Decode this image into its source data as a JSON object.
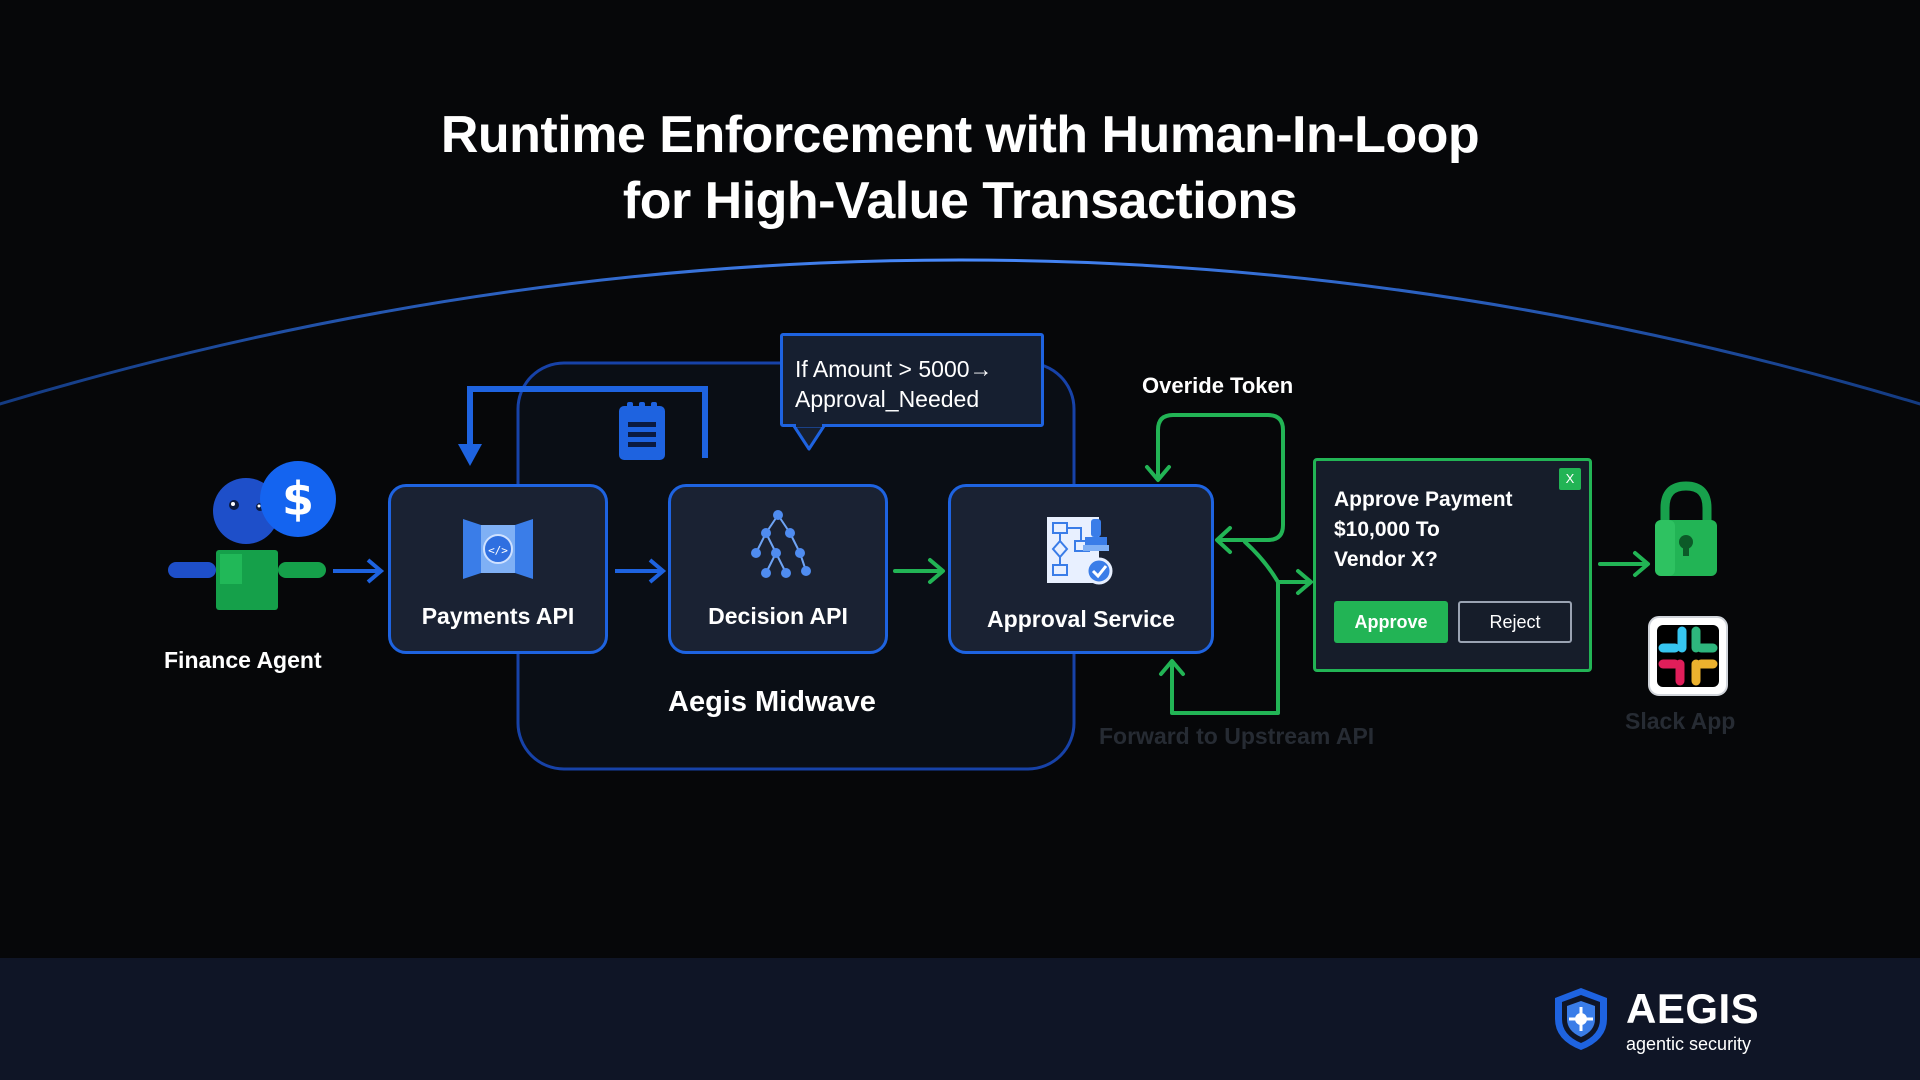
{
  "title": {
    "line1": "Runtime Enforcement with Human-In-Loop",
    "line2": "for High-Value Transactions"
  },
  "agent": {
    "label": "Finance Agent"
  },
  "nodes": {
    "payments": "Payments API",
    "decision": "Decision API",
    "approval": "Approval Service"
  },
  "group": {
    "label": "Aegis Midwave"
  },
  "rule": {
    "line1": "If Amount > 5000→",
    "line2": "Approval_Needed"
  },
  "override_label": "Overide Token",
  "forward_label": "Forward to Upstream API",
  "approval_prompt": {
    "line1": "Approve Payment",
    "line2": "$10,000 To",
    "line3": "Vendor X?",
    "close": "X",
    "approve": "Approve",
    "reject": "Reject"
  },
  "slack": {
    "label": "Slack App"
  },
  "brand": {
    "name": "AEGIS",
    "tagline": "agentic security"
  },
  "colors": {
    "background": "#060709",
    "accent_blue": "#1e63e0",
    "accent_green": "#22b455",
    "node_fill": "#1a2233",
    "footer": "#0f1526"
  },
  "icons": [
    "finance-agent-icon",
    "dollar-coin-icon",
    "api-gateway-icon",
    "decision-tree-icon",
    "approval-workflow-icon",
    "clipboard-icon",
    "padlock-icon",
    "slack-logo-icon",
    "aegis-shield-icon"
  ]
}
